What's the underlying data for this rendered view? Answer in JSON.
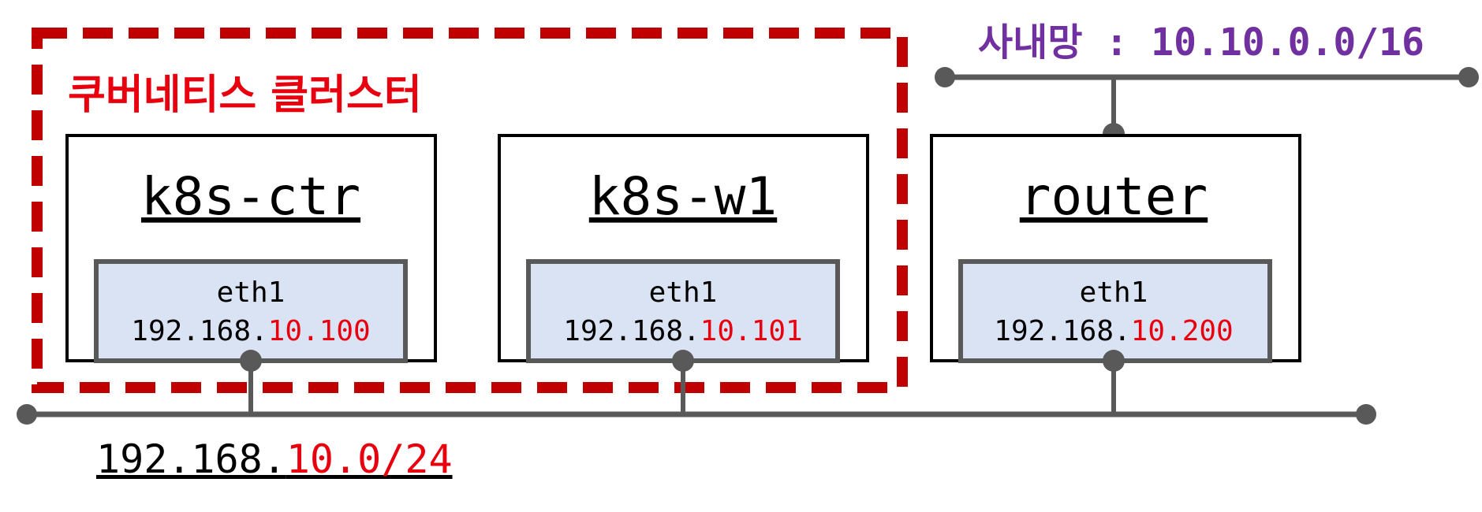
{
  "colors": {
    "cluster": "#c00000",
    "highlight": "#e8000f",
    "internal_net": "#7030a0",
    "nic_fill": "#dae3f3",
    "nic_stroke": "#595959",
    "wire": "#595959",
    "text": "#000000"
  },
  "cluster": {
    "label": "쿠버네티스 클러스터"
  },
  "internal_network": {
    "label": "사내망 : 10.10.0.0/16"
  },
  "subnet": {
    "prefix": "192.168.",
    "suffix": "10.0/24"
  },
  "hosts": [
    {
      "name": "k8s-ctr",
      "iface": "eth1",
      "ip_prefix": "192.168.",
      "ip_suffix": "10.100"
    },
    {
      "name": "k8s-w1",
      "iface": "eth1",
      "ip_prefix": "192.168.",
      "ip_suffix": "10.101"
    },
    {
      "name": "router",
      "iface": "eth1",
      "ip_prefix": "192.168.",
      "ip_suffix": "10.200"
    }
  ]
}
